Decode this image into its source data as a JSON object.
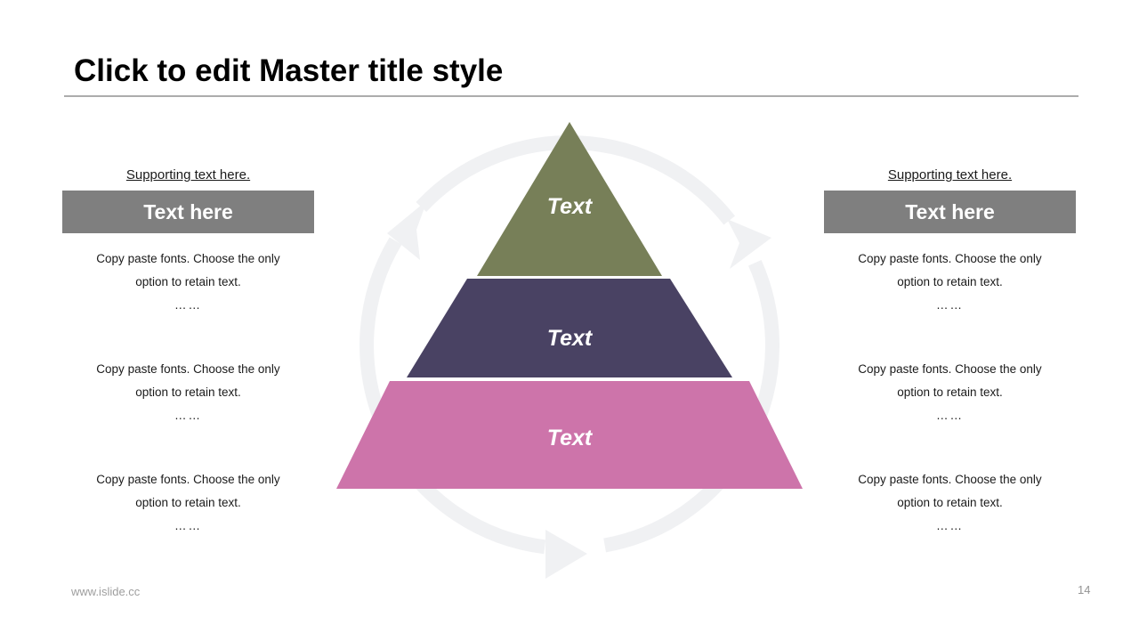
{
  "title": "Click to edit Master title style",
  "footer": {
    "url": "www.islide.cc",
    "page_number": "14"
  },
  "pyramid": {
    "cycle_arrow_color": "#f0f1f3",
    "levels": [
      {
        "label": "Text",
        "color": "#777f58"
      },
      {
        "label": "Text",
        "color": "#494263"
      },
      {
        "label": "Text",
        "color": "#cd74aa"
      }
    ]
  },
  "panels": {
    "left": {
      "supporting_text": "Supporting text here.",
      "header": "Text here",
      "header_bg": "#7f7f7f",
      "blocks": [
        {
          "lines": [
            "Copy paste fonts. Choose the only",
            "option to retain text."
          ],
          "ellipsis": "……"
        },
        {
          "lines": [
            "Copy paste fonts. Choose the only",
            "option to retain text."
          ],
          "ellipsis": "……"
        },
        {
          "lines": [
            "Copy paste fonts. Choose the only",
            "option to retain text."
          ],
          "ellipsis": "……"
        }
      ]
    },
    "right": {
      "supporting_text": "Supporting text here.",
      "header": "Text here",
      "header_bg": "#7f7f7f",
      "blocks": [
        {
          "lines": [
            "Copy paste fonts. Choose the only",
            "option to retain text."
          ],
          "ellipsis": "……"
        },
        {
          "lines": [
            "Copy paste fonts. Choose the only",
            "option to retain text."
          ],
          "ellipsis": "……"
        },
        {
          "lines": [
            "Copy paste fonts. Choose the only",
            "option to retain text."
          ],
          "ellipsis": "……"
        }
      ]
    }
  }
}
